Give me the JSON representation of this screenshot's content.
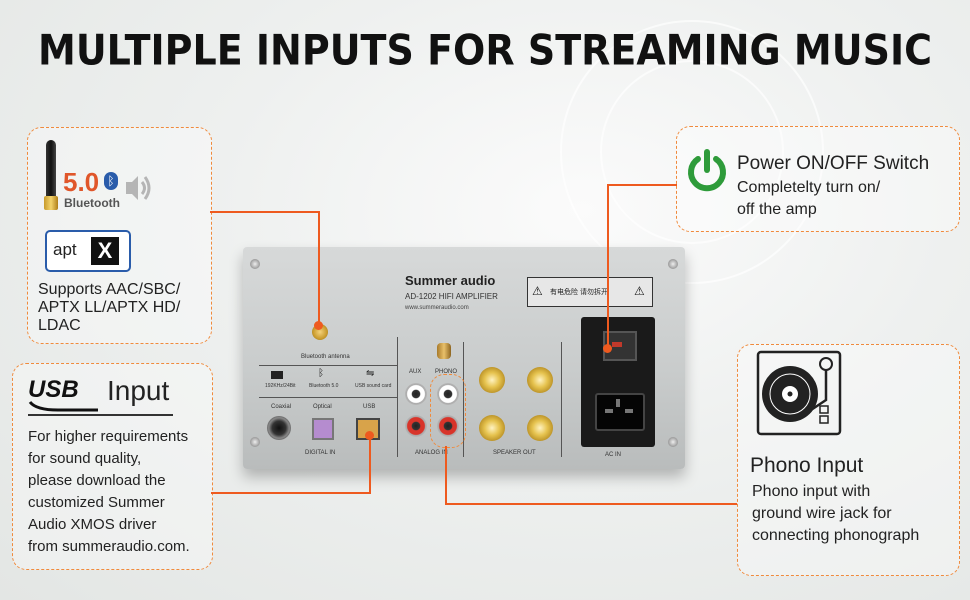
{
  "headline": "MULTIPLE INPUTS FOR STREAMING MUSIC",
  "bluetooth": {
    "version": "5.0",
    "brand": "Bluetooth",
    "codec_logo": "aptX",
    "codec_lines": [
      "Supports AAC/SBC/",
      "APTX LL/APTX HD/",
      "LDAC"
    ]
  },
  "usb": {
    "logo": "USB",
    "title": "Input",
    "lines": [
      "For higher requirements",
      "for sound quality,",
      "please download the",
      "customized Summer",
      "Audio XMOS driver",
      "from summeraudio.com."
    ]
  },
  "power": {
    "title": "Power ON/OFF Switch",
    "lines": [
      "Completelty turn on/",
      "off the amp"
    ]
  },
  "phono": {
    "title": "Phono Input",
    "lines": [
      "Phono input with",
      "ground wire jack for",
      "connecting  phonograph"
    ]
  },
  "device": {
    "brand": "Summer audio",
    "model": "AD-1202  HIFI AMPLIFIER",
    "site": "www.summeraudio.com",
    "warning": "有电危险  请勿拆开",
    "bt_antenna_label": "Bluetooth antenna",
    "icon_labels": [
      "192KHz/24Bit",
      "Bluetooth 5.0",
      "USB sound card"
    ],
    "port_labels": [
      "Coaxial",
      "Optical",
      "USB"
    ],
    "section_labels": [
      "DIGITAL IN",
      "ANALOG IN",
      "SPEAKER OUT",
      "AC IN"
    ],
    "aux_label": "AUX",
    "phono_label": "PHONO"
  },
  "accent_color": "#ee5a1f",
  "power_icon_color": "#2e9b3a"
}
